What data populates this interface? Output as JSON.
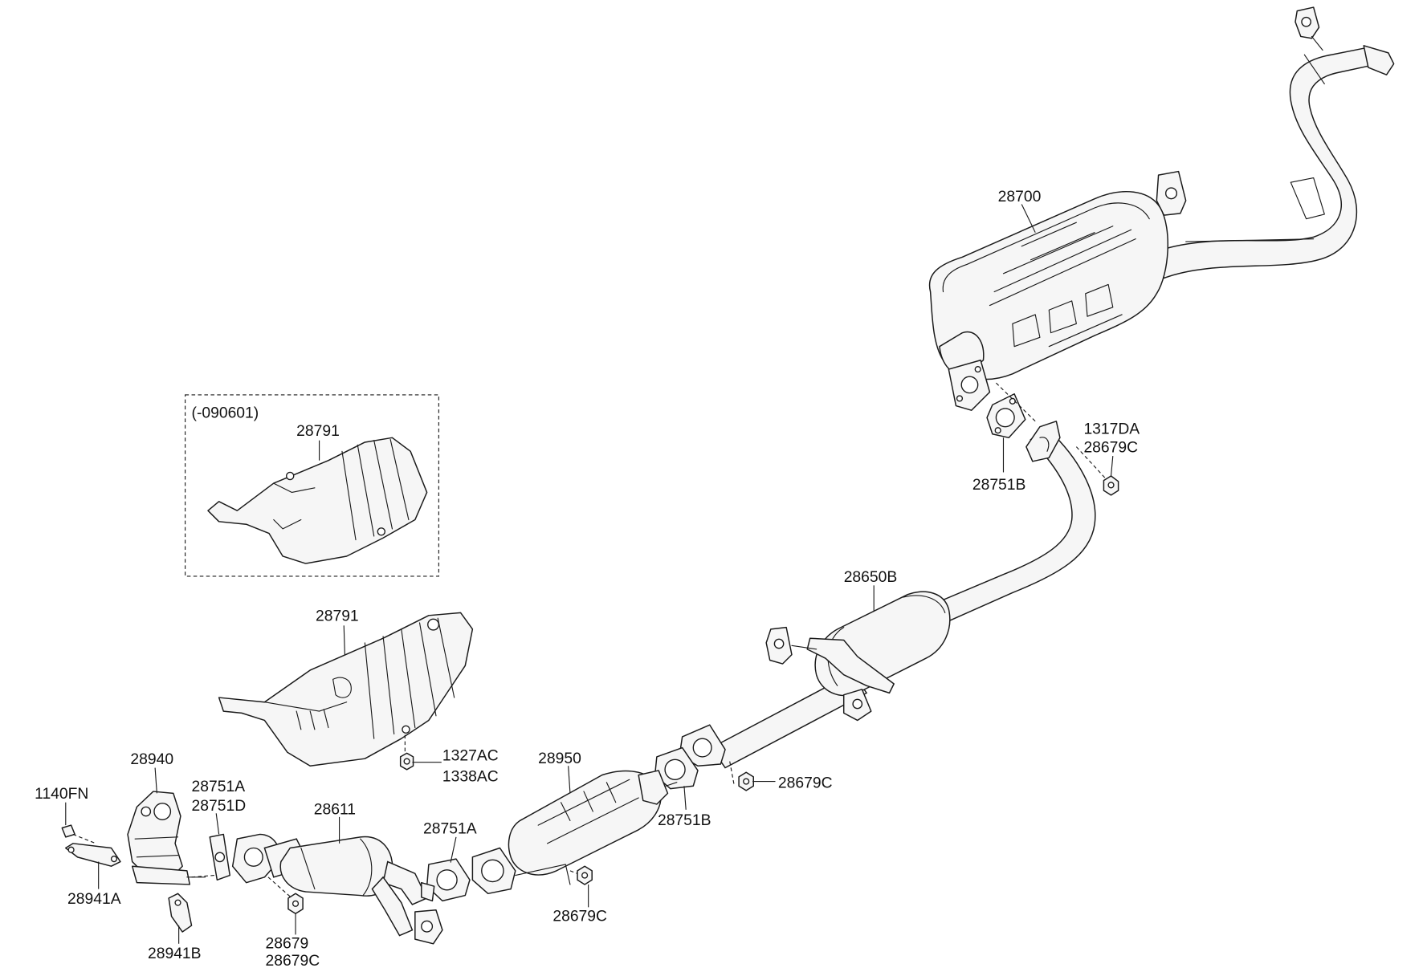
{
  "variant_note": "(-090601)",
  "labels": {
    "p28700": "28700",
    "p28751B_top": "28751B",
    "p1317DA": "1317DA",
    "p28679C_top": "28679C",
    "p28650B": "28650B",
    "p28791_box": "28791",
    "p28791": "28791",
    "p1327AC": "1327AC",
    "p1338AC": "1338AC",
    "p28950": "28950",
    "p28679C_mid": "28679C",
    "p28751B_mid": "28751B",
    "p28940": "28940",
    "p1140FN": "1140FN",
    "p28751A_left": "28751A",
    "p28751D": "28751D",
    "p28611": "28611",
    "p28751A_mid": "28751A",
    "p28941A": "28941A",
    "p28941B": "28941B",
    "p28679": "28679",
    "p28679C_bot": "28679C",
    "p28679C_lower": "28679C"
  }
}
